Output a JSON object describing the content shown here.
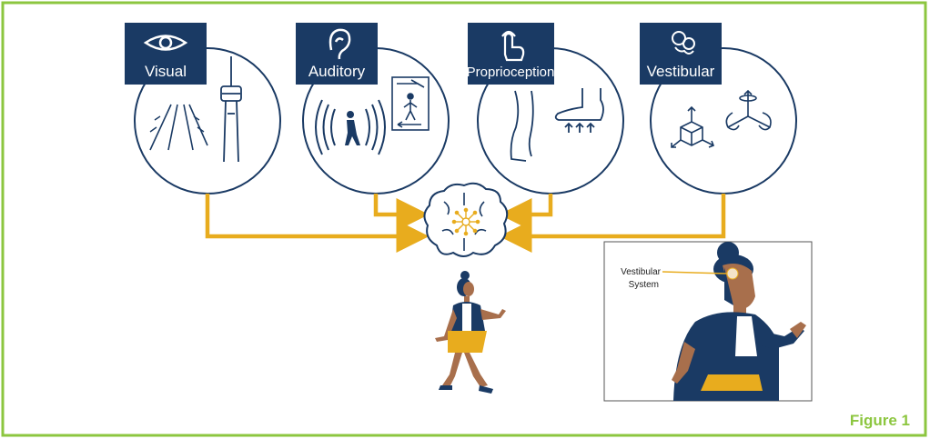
{
  "senses": [
    {
      "label": "Visual",
      "icon": "eye-icon",
      "scene": "road-and-tower"
    },
    {
      "label": "Auditory",
      "icon": "ear-icon",
      "scene": "sound-waves-and-crossing-sign"
    },
    {
      "label": "Proprioception",
      "icon": "finger-touch-icon",
      "scene": "leg-and-foot"
    },
    {
      "label": "Vestibular",
      "icon": "inner-ear-icon",
      "scene": "cube-and-rotation-axes"
    }
  ],
  "inset": {
    "label_line1": "Vestibular",
    "label_line2": "System"
  },
  "figure_label": "Figure 1",
  "colors": {
    "frame_border": "#8cc63f",
    "navy": "#1a3a64",
    "arrow_gold": "#e8ac1e",
    "figure_label": "#8cc63f",
    "skin": "#a86f4c",
    "skirt": "#e8ac1e"
  }
}
